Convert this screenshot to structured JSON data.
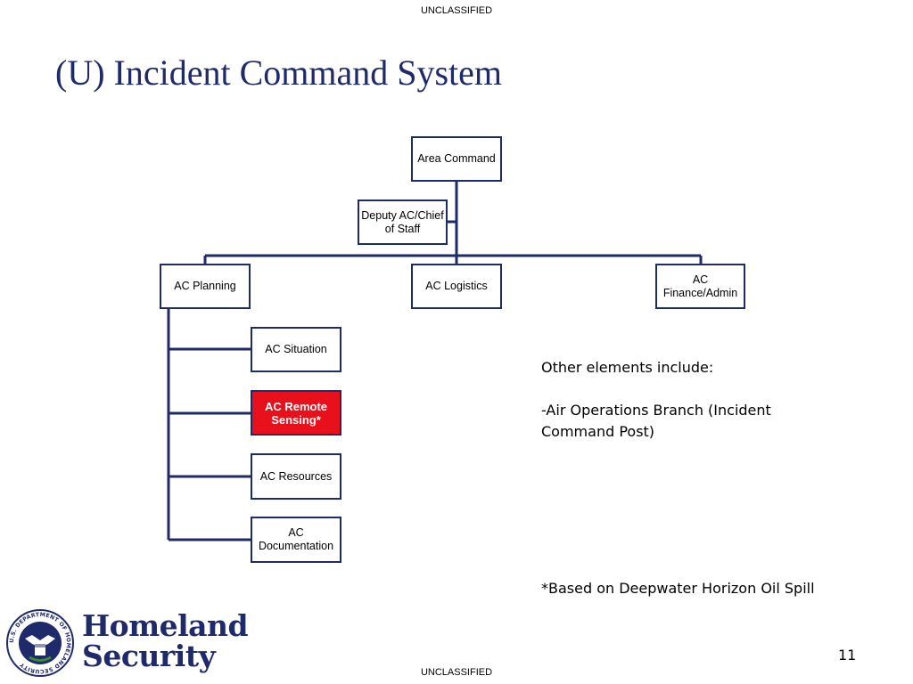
{
  "classification": {
    "top": "UNCLASSIFIED",
    "bottom": "UNCLASSIFIED"
  },
  "title": "(U) Incident Command System",
  "org_chart": {
    "area_command": "Area Command",
    "deputy": "Deputy AC/Chief of Staff",
    "planning": "AC Planning",
    "logistics": "AC Logistics",
    "finance": "AC Finance/Admin",
    "planning_children": [
      "AC Situation",
      "AC Remote Sensing*",
      "AC Resources",
      "AC Documentation"
    ]
  },
  "colors": {
    "title": "#1f2a6b",
    "lines": "#1f2a6b",
    "highlight": "#e8101a"
  },
  "notes": {
    "heading": "Other elements include:",
    "item": "-Air Operations Branch (Incident Command Post)",
    "footnote": "*Based on Deepwater Horizon Oil Spill"
  },
  "branding": {
    "wordmark_line1": "Homeland",
    "wordmark_line2": "Security",
    "seal_text": "U.S. DEPARTMENT OF HOMELAND SECURITY"
  },
  "page_number": "11"
}
